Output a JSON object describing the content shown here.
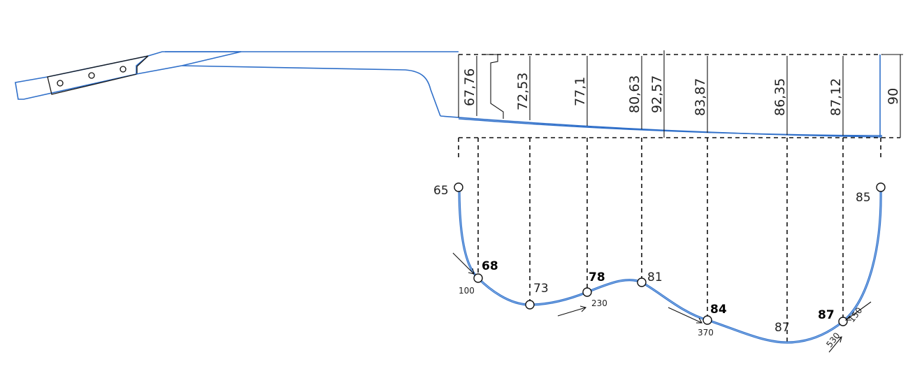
{
  "fretboard_dimensions": [
    "67,76",
    "72,53",
    "77,1",
    "80,63",
    "92,57",
    "83,87",
    "86,35",
    "87,12",
    "90"
  ],
  "points": [
    {
      "label": "65",
      "bold": false
    },
    {
      "label": "68",
      "bold": true
    },
    {
      "label": "73",
      "bold": false
    },
    {
      "label": "78",
      "bold": true
    },
    {
      "label": "81",
      "bold": false
    },
    {
      "label": "84",
      "bold": true
    },
    {
      "label": "87",
      "bold": false
    },
    {
      "label": "87",
      "bold": true
    },
    {
      "label": "85",
      "bold": false
    }
  ],
  "spacings": [
    "100",
    "230",
    "370",
    "150",
    "530"
  ],
  "colors": {
    "outline": "#2f6fc9",
    "lines": "#111111"
  }
}
